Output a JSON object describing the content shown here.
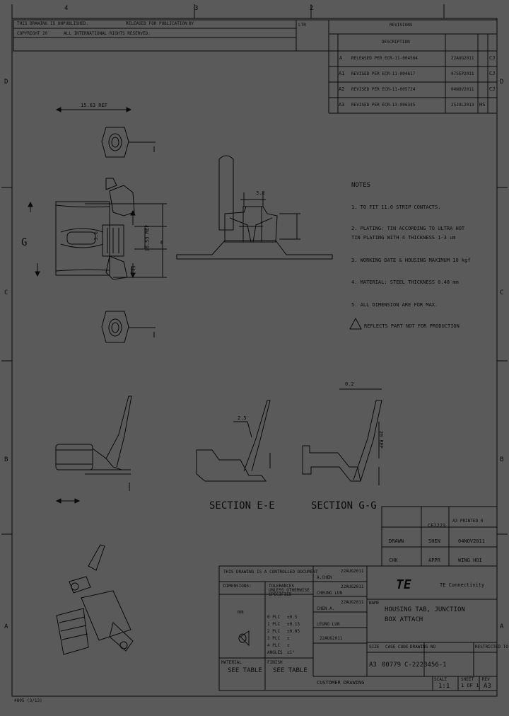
{
  "border": {
    "zones_top": [
      "4",
      "3",
      "2"
    ],
    "zones_left": [
      "D",
      "C",
      "B",
      "A"
    ],
    "zones_right": [
      "D",
      "C",
      "B",
      "A"
    ]
  },
  "top_notice": {
    "line1": "THIS DRAWING IS UNPUBLISHED.",
    "line1b": "RELEASED FOR PUBLICATION",
    "line1c": "BY",
    "line2": "COPYRIGHT 20",
    "line2b": "ALL INTERNATIONAL RIGHTS RESERVED."
  },
  "revisions": {
    "title": "REVISIONS",
    "ltr_header": "LTR",
    "desc_header": "DESCRIPTION",
    "rows": [
      {
        "ltr": "A",
        "desc": "RELEASED PER ECR-11-004564",
        "date": "22AUG2011",
        "dwn": "CJ"
      },
      {
        "ltr": "A1",
        "desc": "REVISED PER ECR-11-004617",
        "date": "07SEP2011",
        "dwn": "CJ"
      },
      {
        "ltr": "A2",
        "desc": "REVISED PER ECR-11-005724",
        "date": "04NOV2011",
        "dwn": "CJ"
      },
      {
        "ltr": "A3",
        "desc": "REVISED PER ECR-13-006345",
        "date": "25JUL2013",
        "dwn": "HS"
      }
    ]
  },
  "dimensions": {
    "top_width": "15.63 REF",
    "d_38": "3.8",
    "d_36": "3.6",
    "d_1653": "16.53 REF",
    "d_4": "4",
    "d_25": "2.5",
    "d_02": "0.2",
    "d_20": "20 REF"
  },
  "section_labels": {
    "g_left": "G",
    "e_right": "E",
    "section_e": "SECTION E-E",
    "section_g": "SECTION G-G"
  },
  "notes": {
    "title": "NOTES",
    "items": [
      "1. TO FIT 11.0 STRIP CONTACTS.",
      "2. PLATING: TIN ACCORDING TO ULTRA HOT",
      "   TIN PLATING WITH 4 THICKNESS 1-3 um",
      "3. WORKING DATE & HOUSING MAXIMUM 10 kgf",
      "4. MATERIAL: STEEL THICKNESS 0.48 mm",
      "5. ALL DIMENSION ARE FOR MAX.",
      "REFLECTS PART NOT FOR PRODUCTION"
    ]
  },
  "approvals": {
    "part": "CE2223",
    "rev_small": "A3 PRINTED 0",
    "dwn_lbl": "DRAWN",
    "dwn_val": "SHEN",
    "chk_lbl": "CHK",
    "chk_val": "04NOV2011",
    "appr_lbl": "APPR",
    "appr_val": "WING HOI"
  },
  "title_block": {
    "material_note": "THIS DRAWING IS A CONTROLLED DOCUMENT",
    "dimensions_lbl": "DIMENSIONS:",
    "mm": "mm",
    "tolerances_lbl": "TOLERANCES UNLESS OTHERWISE SPECIFIED",
    "tol_rows": [
      [
        "0 PLC",
        "±0.5"
      ],
      [
        "1 PLC",
        "±0.15"
      ],
      [
        "2 PLC",
        "±0.05"
      ],
      [
        "3 PLC",
        "±"
      ],
      [
        "4 PLC",
        "±"
      ],
      [
        "ANGLES",
        "±1°"
      ]
    ],
    "material_lbl": "MATERIAL",
    "finish_lbl": "FINISH",
    "material_val": "SEE TABLE",
    "finish_val": "SEE TABLE",
    "dwn_row": "A.CHEN",
    "dwn_date": "22AUG2011",
    "chk_row": "CHEUNG LUN",
    "chk_date": "22AUG2011",
    "appr_row": "CHEN A.",
    "appr_date": "22AUG2011",
    "prod_row": "LEUNG LUN",
    "prod_date": "22AUG2011",
    "logo_text": "TE",
    "company": "TE Connectivity",
    "name_lbl": "NAME",
    "title_line1": "HOUSING TAB, JUNCTION",
    "title_line2": "BOX ATTACH",
    "size_lbl": "SIZE",
    "cage_lbl": "CAGE CODE",
    "dwg_lbl": "DRAWING NO",
    "rev_lbl": "RESTRICTED TO",
    "size_val": "A3",
    "cage_val": "00779",
    "dwg_val": "C-2223456-1",
    "rev_val": "",
    "scale_lbl": "SCALE",
    "scale_val": "1:1",
    "sheet_lbl": "SHEET",
    "sheet_val": "1 OF 1",
    "rev2_lbl": "REV",
    "rev2_val": "A3",
    "cad_lbl": "CUSTOMER DRAWING",
    "cad_val": ""
  },
  "footer_code": "4805 (3/13)"
}
